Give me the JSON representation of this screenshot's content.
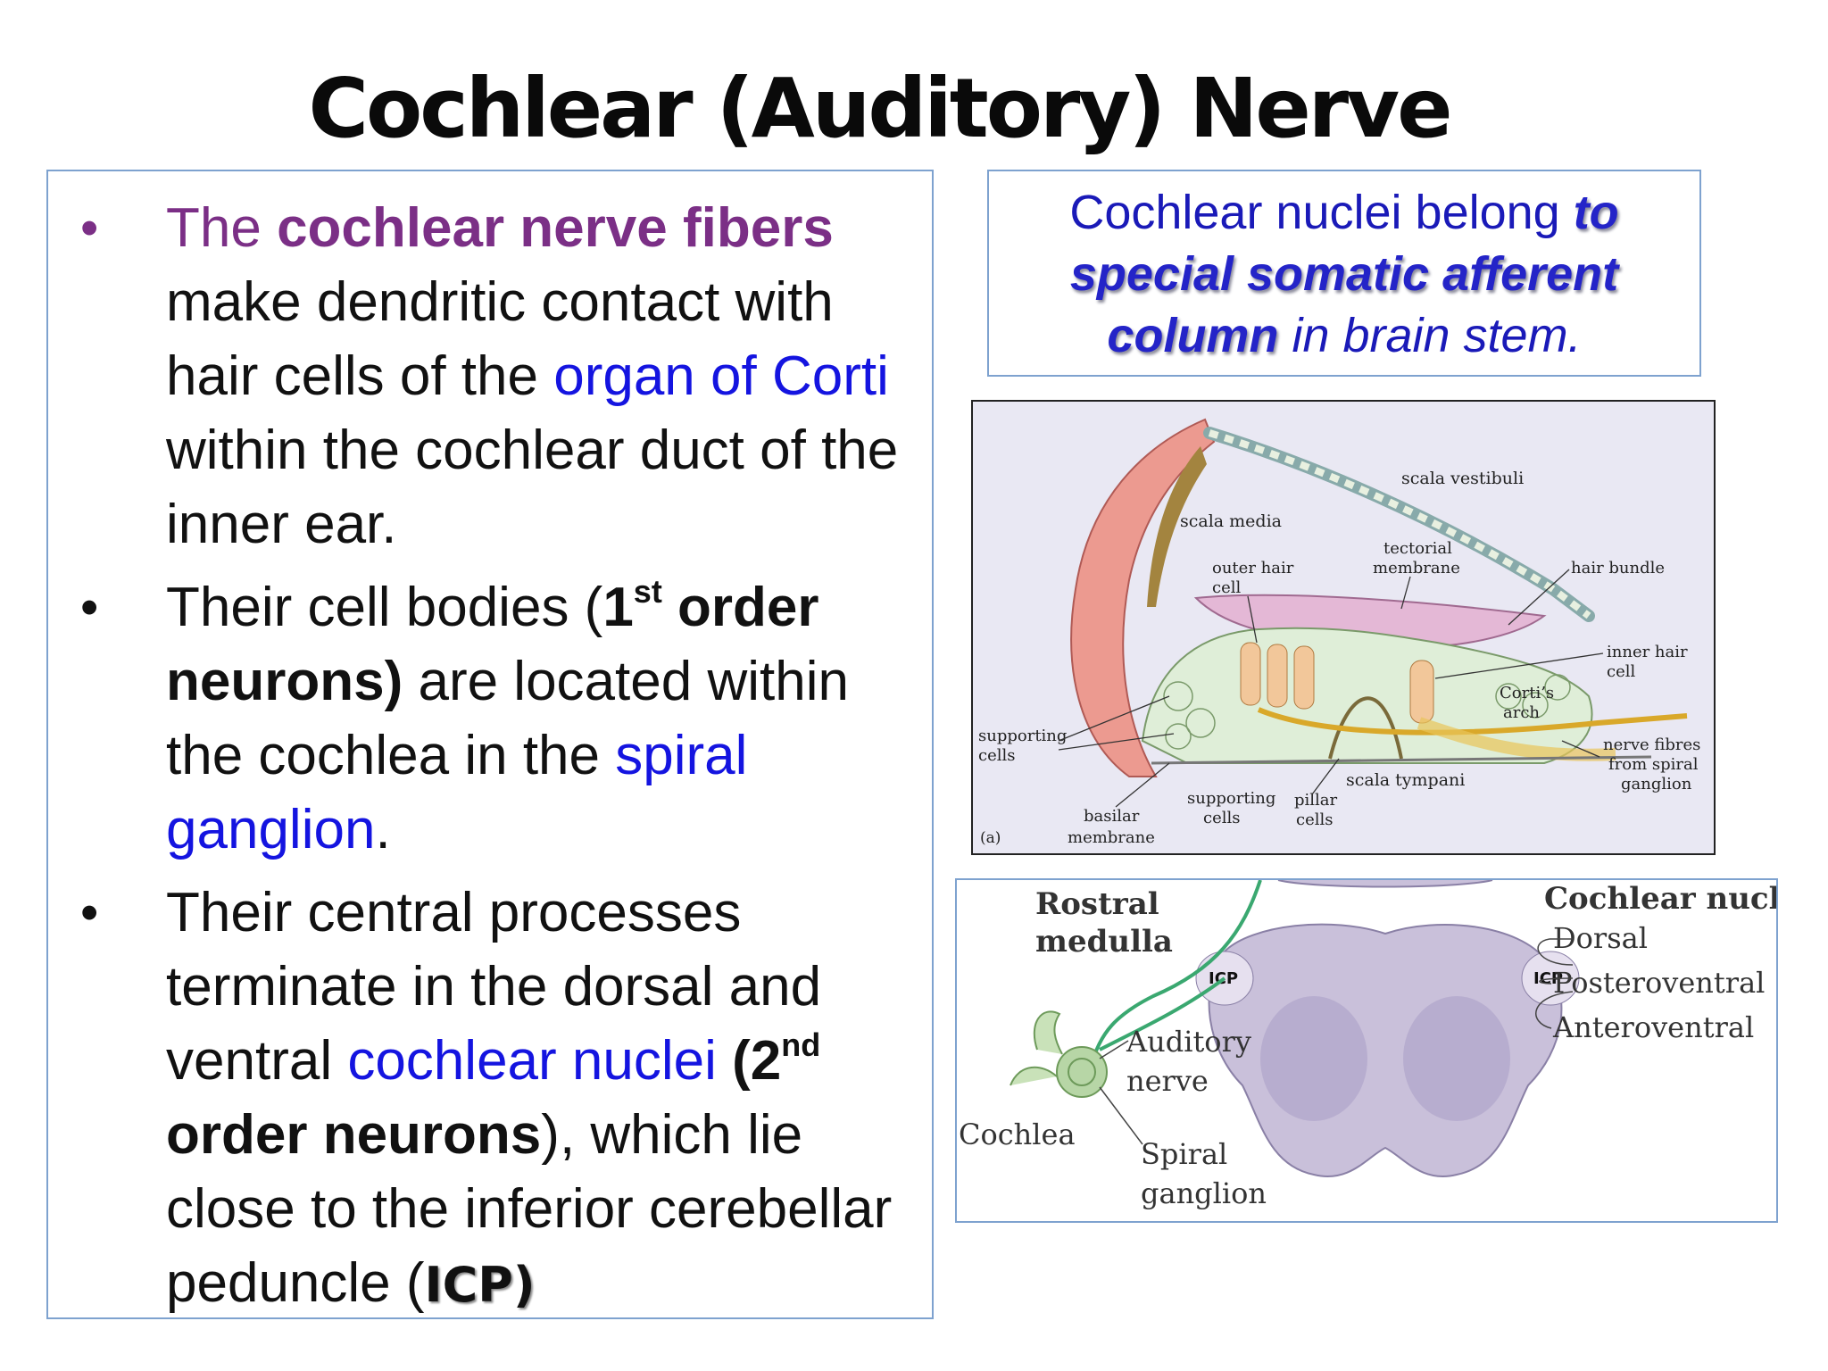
{
  "title": "Cochlear (Auditory) Nerve",
  "left_box": {
    "bullet1": {
      "t1": "The ",
      "t2": "cochlear nerve fibers",
      "t3": " make dendritic contact with hair cells of the ",
      "t4": "organ of Corti",
      "t5": " within the cochlear duct of the inner ear."
    },
    "bullet2": {
      "t1": "Their cell bodies (",
      "t2": "1",
      "sup": "st",
      "t3": " order neurons)",
      "t4": " are located within the cochlea in the ",
      "t5": "spiral ganglion",
      "t6": "."
    },
    "bullet3": {
      "t1": "Their central processes terminate in the dorsal and ventral ",
      "t2": "cochlear nuclei",
      "t3": " (",
      "t4": "2",
      "sup": "nd",
      "t5": " order neurons",
      "t6": "), which lie close to the inferior cerebellar peduncle (",
      "t7": "ICP)"
    }
  },
  "note_box": {
    "t1": "Cochlear nuclei belong ",
    "t2": "to special somatic afferent column",
    "t3": " in brain stem."
  },
  "figure_corti": {
    "labels": {
      "scala_vestibuli": "scala vestibuli",
      "scala_media": "scala media",
      "tectorial_1": "tectorial",
      "tectorial_2": "membrane",
      "outer_hair_1": "outer hair",
      "outer_hair_2": "cell",
      "hair_bundle": "hair bundle",
      "inner_hair_1": "inner hair",
      "inner_hair_2": "cell",
      "cortis_1": "Corti’s",
      "cortis_2": "arch",
      "supporting_1": "supporting",
      "supporting_2": "cells",
      "nerve_1": "nerve fibres",
      "nerve_2": "from spiral",
      "nerve_3": "ganglion",
      "scala_tympani": "scala tympani",
      "supporting_b1": "supporting",
      "supporting_b2": "cells",
      "pillar_1": "pillar",
      "pillar_2": "cells",
      "basilar_1": "basilar",
      "basilar_2": "membrane",
      "panel": "(a)"
    }
  },
  "figure_medulla": {
    "labels": {
      "rostral_1": "Rostral",
      "rostral_2": "medulla",
      "nuclei_title": "Cochlear nuclei",
      "dorsal": "Dorsal",
      "posteroventral": "Posteroventral",
      "anteroventral": "Anteroventral",
      "icp_left": "ICP",
      "icp_right": "ICP",
      "auditory_1": "Auditory",
      "auditory_2": "nerve",
      "cochlea": "Cochlea",
      "spiral_1": "Spiral",
      "spiral_2": "ganglion"
    }
  },
  "colors": {
    "purple": "#7b2f86",
    "blue": "#1414e0",
    "box_border": "#7ea2cf",
    "note_text": "#1a1ab8"
  }
}
